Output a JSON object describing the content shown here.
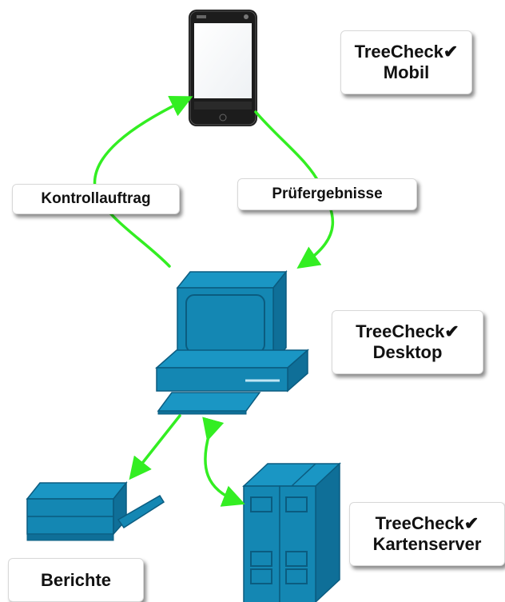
{
  "labels": {
    "mobil": {
      "line1": "TreeCheck✔",
      "line2": "Mobil"
    },
    "desktop": {
      "line1": "TreeCheck✔",
      "line2": "Desktop"
    },
    "kartenserver": {
      "line1": "TreeCheck✔",
      "line2": "Kartenserver"
    },
    "berichte": "Berichte",
    "kontrollauftrag": "Kontrollauftrag",
    "pruefergebnisse": "Prüfergebnisse"
  },
  "colors": {
    "arrow": "#33ee22",
    "device_blue": "#1487b3",
    "device_dark": "#0b5c80",
    "phone_body": "#222222"
  },
  "icons": {
    "phone": "smartphone-icon",
    "computer": "desktop-computer-icon",
    "printer": "printer-icon",
    "server": "server-icon"
  }
}
